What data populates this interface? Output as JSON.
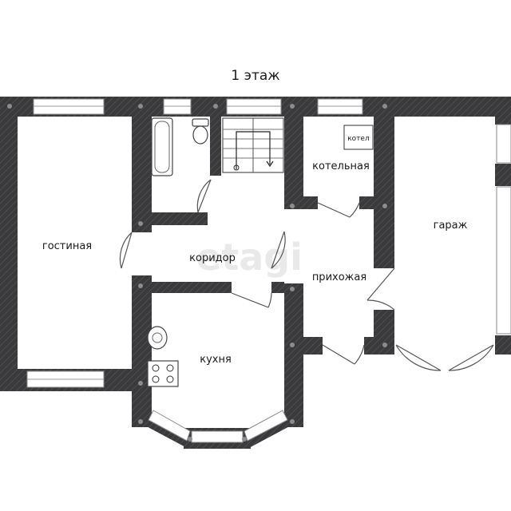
{
  "title": "1 этаж",
  "watermark": "etagi",
  "rooms": {
    "living": "гостиная",
    "corridor": "коридор",
    "kitchen": "кухня",
    "boiler_room": "котельная",
    "boiler": "котел",
    "hall": "прихожая",
    "garage": "гараж"
  }
}
